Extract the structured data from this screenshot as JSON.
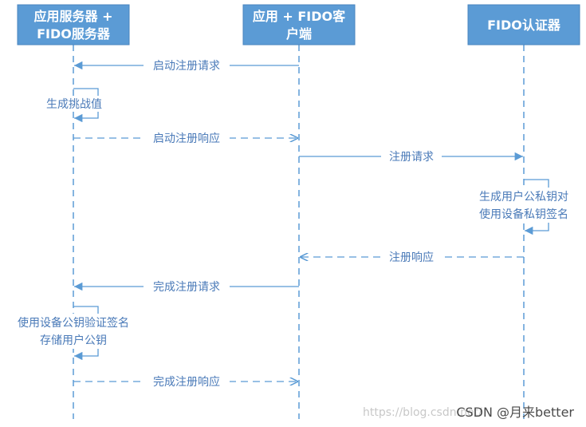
{
  "colors": {
    "actor_fill": "#5b9bd5",
    "line": "#5b9bd5",
    "text": "#4a7ab8"
  },
  "actors": [
    {
      "line1": "应用服务器 +",
      "line2": "FIDO服务器"
    },
    {
      "line1": "应用 + FIDO客",
      "line2": "户端"
    },
    {
      "line1": "FIDO认证器",
      "line2": ""
    }
  ],
  "messages": [
    {
      "label": "启动注册请求",
      "from": 1,
      "to": 0,
      "style": "solid"
    },
    {
      "label": "启动注册响应",
      "from": 0,
      "to": 1,
      "style": "dashed"
    },
    {
      "label": "注册请求",
      "from": 1,
      "to": 2,
      "style": "solid"
    },
    {
      "label": "注册响应",
      "from": 2,
      "to": 1,
      "style": "dashed"
    },
    {
      "label": "完成注册请求",
      "from": 1,
      "to": 0,
      "style": "solid"
    },
    {
      "label": "完成注册响应",
      "from": 0,
      "to": 1,
      "style": "dashed"
    }
  ],
  "self_notes": [
    {
      "actor": 0,
      "lines": [
        "生成挑战值"
      ]
    },
    {
      "actor": 2,
      "lines": [
        "生成用户公私钥对",
        "使用设备私钥签名"
      ]
    },
    {
      "actor": 0,
      "lines": [
        "使用设备公钥验证签名",
        "存储用户公钥"
      ]
    }
  ],
  "watermark": {
    "url": "https://blog.csdn.net/",
    "label": "CSDN @月来better"
  }
}
